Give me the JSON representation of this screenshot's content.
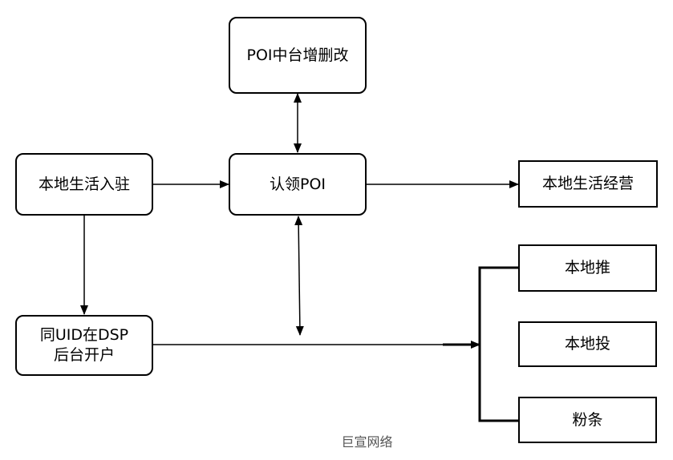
{
  "nodes": {
    "poi_platform": "POI中台增删改",
    "claim_poi": "认领POI",
    "local_life_join": "本地生活入驻",
    "local_life_ops": "本地生活经营",
    "dsp_account_line1": "同UID在DSP",
    "dsp_account_line2": "后台开户",
    "local_push": "本地推",
    "local_ads": "本地投",
    "fans_boost": "粉条"
  },
  "watermark": "巨宣网络"
}
